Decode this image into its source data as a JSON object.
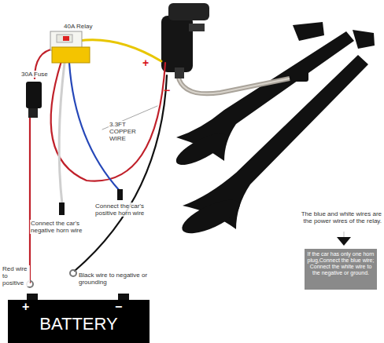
{
  "diagram": {
    "nodes": [
      {
        "text": [
          "+",
          "−",
          "BATTERY"
        ]
      },
      {
        "text": [
          "If the car has only one horn plug,Connect the blue wire; Connect the white wire to the negative or ground."
        ]
      }
    ],
    "labels": [
      "40A Relay",
      "30A Fuse",
      "+",
      "−",
      "3.3FT COPPER WIRE",
      "Connect the car's positive horn wire",
      "Connect the car's negative horn wire",
      "The blue and white wires are the power wires of the relay.",
      "Red wire to positive",
      "Black wire to negative or grounding"
    ]
  }
}
